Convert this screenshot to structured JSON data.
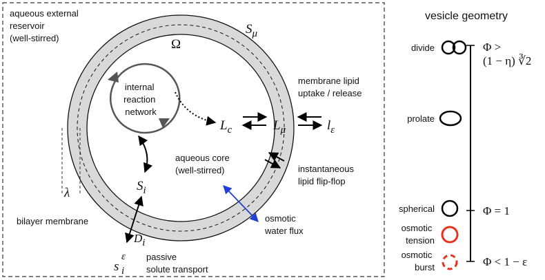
{
  "diagram": {
    "labels": {
      "reservoir": [
        "aqueous external",
        "reservoir",
        "(well-stirred)"
      ],
      "omega": "Ω",
      "s_mu": "S",
      "s_mu_sub": "μ",
      "network": [
        "internal",
        "reaction",
        "network"
      ],
      "lipid_uptake": [
        "membrane lipid",
        "uptake / release"
      ],
      "L_c": "L",
      "L_c_sub": "c",
      "L_mu": "L",
      "L_mu_sub": "μ",
      "l_E": "l",
      "l_E_sub": "ε",
      "core": [
        "aqueous core",
        "(well-stirred)"
      ],
      "flipflop": [
        "instantaneous",
        "lipid flip-flop"
      ],
      "lambda": "λ",
      "S_i": "S",
      "S_i_sub": "i",
      "bilayer": "bilayer membrane",
      "osmotic_flux": [
        "osmotic",
        "water flux"
      ],
      "D_i": "D",
      "D_i_sub": "i",
      "s_i": "s",
      "s_i_sup": "ε",
      "s_i_sub": "i",
      "passive": [
        "passive",
        "solute transport"
      ]
    }
  },
  "geometry_panel": {
    "title": "vesicle geometry",
    "shapes": [
      "divide",
      "prolate",
      "spherical",
      "osmotic tension",
      "osmotic burst"
    ],
    "shape_labels": {
      "divide": [
        "divide"
      ],
      "prolate": [
        "prolate"
      ],
      "spherical": [
        "spherical"
      ],
      "tension": [
        "osmotic",
        "tension"
      ],
      "burst": [
        "osmotic",
        "burst"
      ]
    },
    "scale_labels": {
      "top_line1": "Φ >",
      "top_line2": "(1 − η) ∛2",
      "mid": "Φ = 1",
      "bottom": "Φ < 1 − ε"
    },
    "colors": {
      "shape_outline": "#000000",
      "osmotic_red": "#e8321e",
      "water_flux_blue": "#1f3fd6",
      "membrane_fill": "#d9d9d9"
    }
  }
}
